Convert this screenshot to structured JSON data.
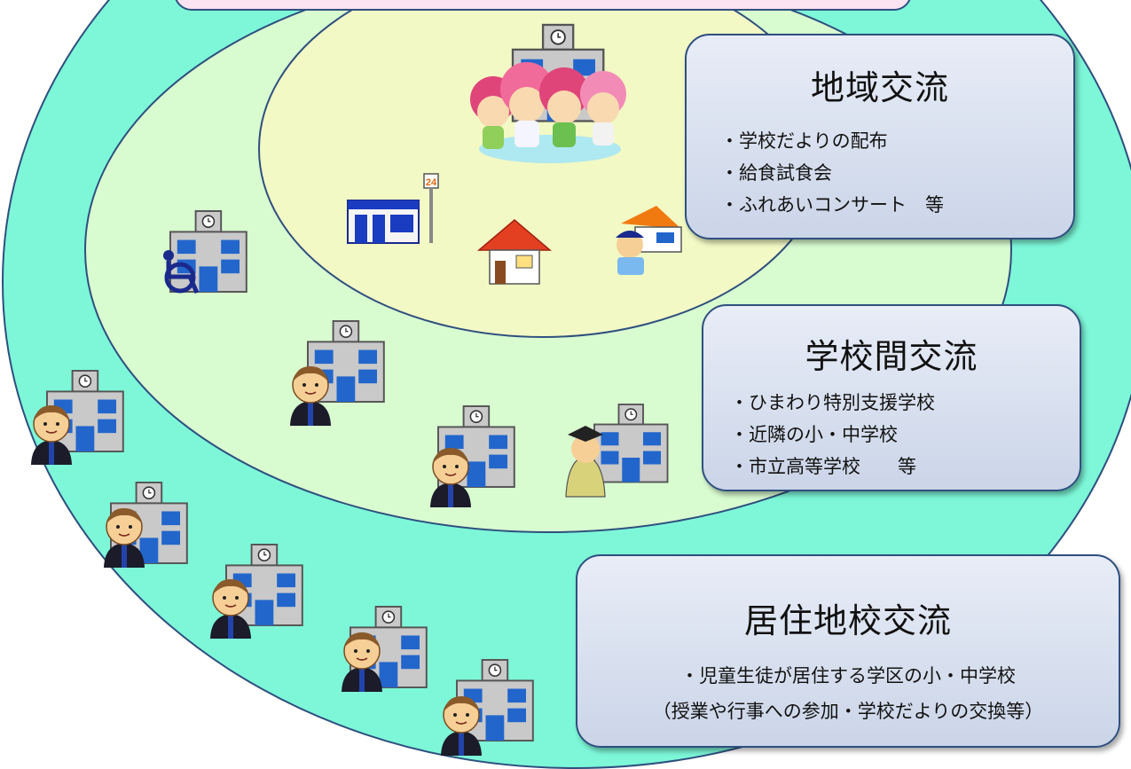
{
  "boxes": {
    "local": {
      "title": "地域交流",
      "items": [
        "学校だよりの配布",
        "給食試食会",
        "ふれあいコンサート　等"
      ]
    },
    "school": {
      "title": "学校間交流",
      "items": [
        "ひまわり特別支援学校",
        "近隣の小・中学校",
        "市立高等学校　　等"
      ]
    },
    "residence": {
      "title": "居住地校交流",
      "items": [
        "児童生徒が居住する学区の小・中学校",
        "（授業や行事への参加・学校だよりの交換等）"
      ]
    }
  },
  "store_sign": "24",
  "colors": {
    "outer_ring": "#7df7d8",
    "middle_ring": "#d8fbd0",
    "inner_ring": "#f2f9c4",
    "outline": "#2f4f7f",
    "box_fill": "#d8e0f0",
    "top_banner": "#fbe3f1"
  }
}
